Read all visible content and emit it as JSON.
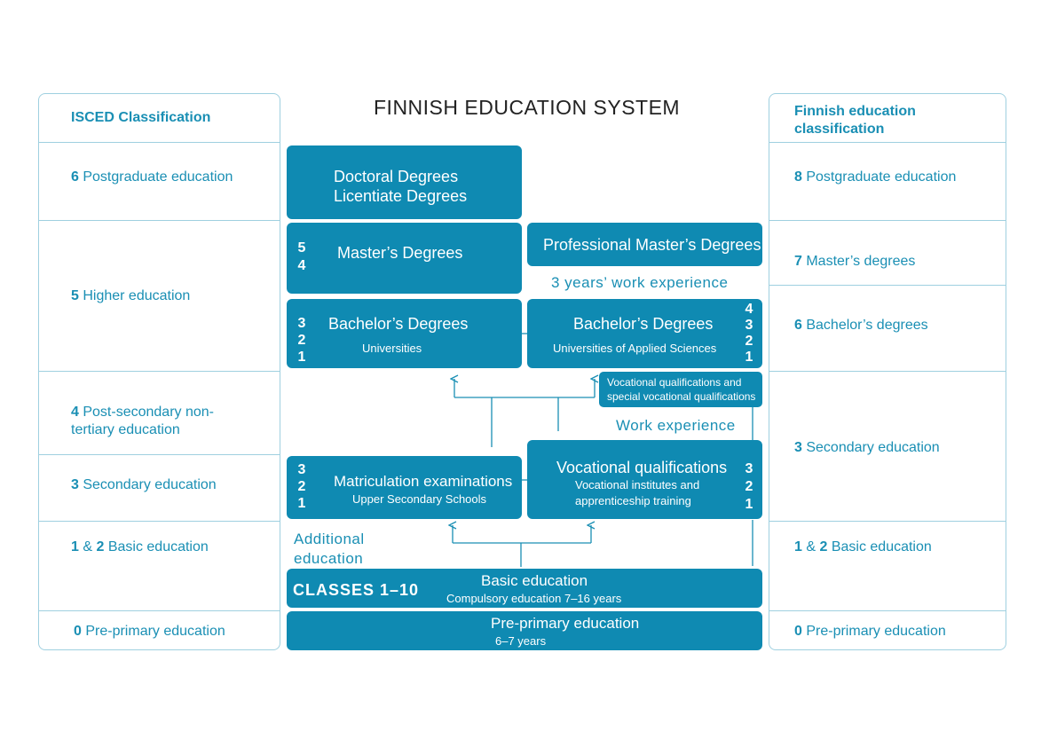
{
  "title": "FINNISH EDUCATION SYSTEM",
  "left": {
    "header": "ISCED Classification",
    "rows": [
      {
        "num": "6",
        "text": " Postgraduate education"
      },
      {
        "num": "5",
        "text": " Higher education"
      },
      {
        "num": "4",
        "text": " Post-secondary non-tertiary education"
      },
      {
        "num": "3",
        "text": " Secondary education"
      },
      {
        "num": "1",
        "amp": " & ",
        "num2": "2",
        "text": " Basic education"
      },
      {
        "num": "0",
        "text": " Pre-primary education"
      }
    ]
  },
  "right": {
    "header": "Finnish education classification",
    "rows": [
      {
        "num": "8",
        "text": " Postgraduate education"
      },
      {
        "num": "7",
        "text": " Master’s degrees"
      },
      {
        "num": "6",
        "text": " Bachelor’s degrees"
      },
      {
        "num": "3",
        "text": " Secondary education"
      },
      {
        "num": "1",
        "amp": " & ",
        "num2": "2",
        "text": " Basic education"
      },
      {
        "num": "0",
        "text": " Pre-primary education"
      }
    ]
  },
  "boxes": {
    "doctoral": {
      "line1": "Doctoral Degrees",
      "line2": "Licentiate Degrees"
    },
    "masters": {
      "title": "Master’s Degrees",
      "years": [
        "5",
        "4"
      ]
    },
    "prof_masters": {
      "title": "Professional Master’s Degrees"
    },
    "bachelor_uni": {
      "title": "Bachelor’s Degrees",
      "sub": "Universities",
      "years": [
        "3",
        "2",
        "1"
      ]
    },
    "bachelor_uas": {
      "title": "Bachelor’s Degrees",
      "sub": "Universities of Applied Sciences",
      "years": [
        "4",
        "3",
        "2",
        "1"
      ]
    },
    "voc_special": {
      "line1": "Vocational qualifications and",
      "line2": "special vocational qualifications"
    },
    "matriculation": {
      "title": "Matriculation examinations",
      "sub": "Upper Secondary Schools",
      "years": [
        "3",
        "2",
        "1"
      ]
    },
    "vocational": {
      "title": "Vocational qualifications",
      "sub1": "Vocational institutes and",
      "sub2": "apprenticeship training",
      "years": [
        "3",
        "2",
        "1"
      ]
    },
    "basic": {
      "classes": "CLASSES  1–10",
      "title": "Basic education",
      "sub": "Compulsory education 7–16 years"
    },
    "preprimary": {
      "title": "Pre-primary education",
      "sub": "6–7 years"
    }
  },
  "labels": {
    "work_exp_3": "3 years’ work experience",
    "work_exp": "Work experience",
    "additional_1": "Additional",
    "additional_2": "education"
  }
}
